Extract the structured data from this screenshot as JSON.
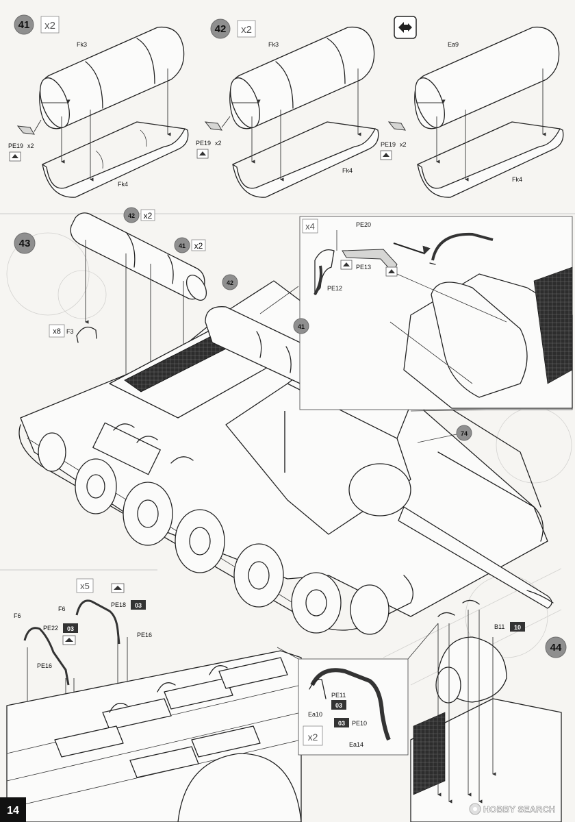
{
  "page": {
    "number": "14"
  },
  "steps": {
    "s41": {
      "number": "41",
      "qty": "x2",
      "parts": {
        "top": "Fk3",
        "bottom": "Fk4",
        "pe": "PE19",
        "pe_qty": "x2"
      }
    },
    "s42": {
      "number": "42",
      "qty": "x2",
      "parts": {
        "top": "Fk3",
        "bottom": "Fk4",
        "pe": "PE19",
        "pe_qty": "x2"
      }
    },
    "s_alt": {
      "parts": {
        "top": "Ea9",
        "bottom": "Fk4",
        "pe": "PE19",
        "pe_qty": "x2"
      }
    },
    "s43": {
      "number": "43",
      "ref42": "42",
      "ref42_qty": "x2",
      "ref41": "41",
      "ref41_qty": "x2",
      "ref42_b": "42",
      "ref41_b": "41",
      "ref74": "74",
      "f3_qty": "x8",
      "f3": "F3",
      "detail": {
        "qty": "x4",
        "pe20": "PE20",
        "pe13": "PE13",
        "pe12": "PE12"
      }
    },
    "s44": {
      "number": "44",
      "qty": "x5",
      "f6a": "F6",
      "f6b": "F6",
      "pe22": "PE22",
      "pe22_color": "03",
      "pe18": "PE18",
      "pe18_color": "03",
      "pe16a": "PE16",
      "pe16b": "PE16",
      "b11": "B11",
      "b11_color": "10",
      "detail": {
        "pe11": "PE11",
        "pe11_color": "03",
        "pe10": "PE10",
        "pe10_color": "03",
        "ea10": "Ea10",
        "ea14": "Ea14",
        "qty": "x2"
      }
    }
  },
  "watermark": {
    "text": "HOBBY SEARCH"
  },
  "colors": {
    "step_circle": "#8f8f8f",
    "paint_box": "#333333"
  }
}
